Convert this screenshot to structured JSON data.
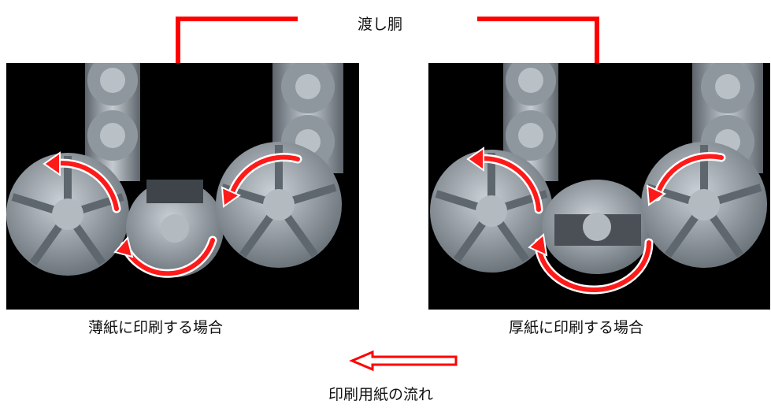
{
  "labels": {
    "transfer_drum": "渡し胴",
    "thin_paper": "薄紙に印刷する場合",
    "thick_paper": "厚紙に印刷する場合",
    "paper_flow": "印刷用紙の流れ"
  },
  "colors": {
    "pointer": "#ff0000",
    "rotation_arrow": "#ff1a1a",
    "drum": "#9aa3ab",
    "background_panel": "#000000"
  },
  "icons": {
    "flow_arrow": "hollow-left-arrow",
    "rotation": "curved-rotation-arrows"
  }
}
